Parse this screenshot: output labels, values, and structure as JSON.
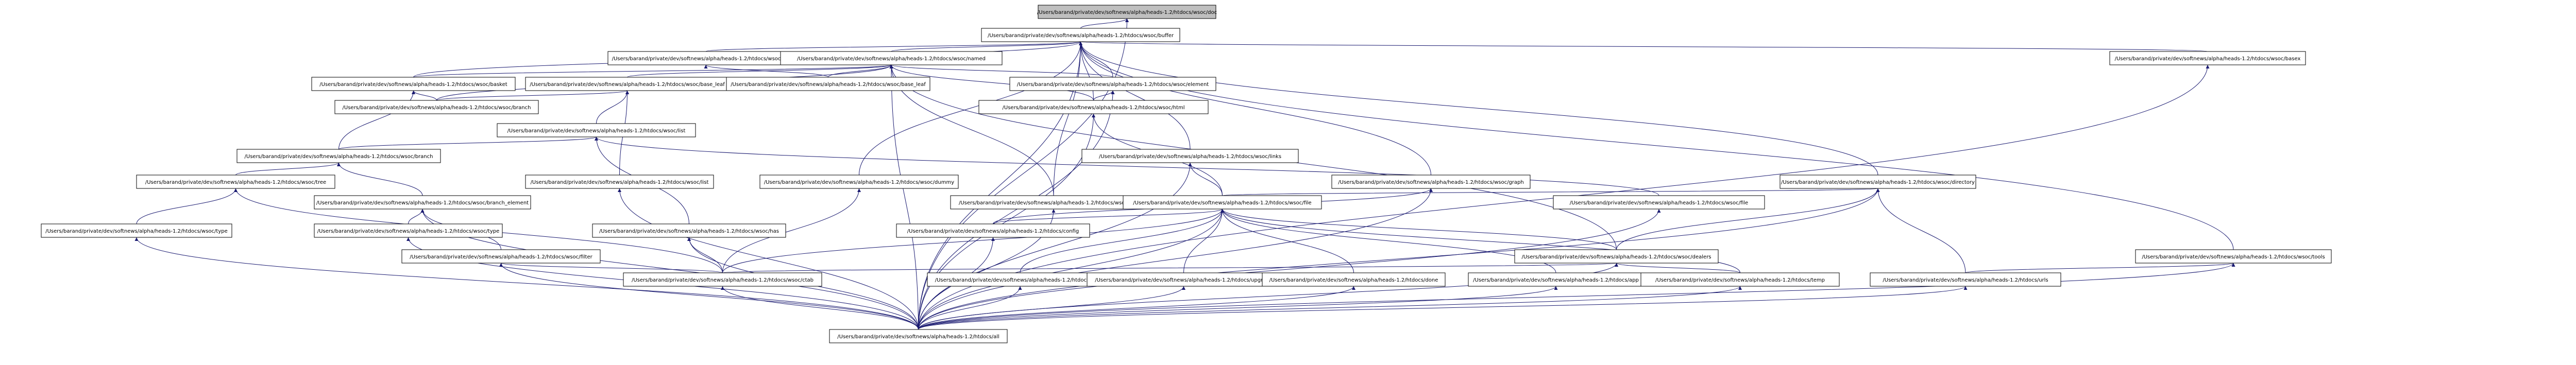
{
  "colors": {
    "edge": "#191970",
    "node_border": "#000000",
    "node_fill": "#ffffff",
    "root_fill": "#bfbfbf"
  },
  "nodes": [
    {
      "id": "n0",
      "label": "/Users/barand/private/dev/softnews/alpha/heads-1.2/htdocs/wsoc/doc"
    },
    {
      "id": "n1",
      "label": "/Users/barand/private/dev/softnews/alpha/heads-1.2/htdocs/wsoc/buffer"
    },
    {
      "id": "n2",
      "label": "/Users/barand/private/dev/softnews/alpha/heads-1.2/htdocs/wsoc/names"
    },
    {
      "id": "n3",
      "label": "/Users/barand/private/dev/softnews/alpha/heads-1.2/htdocs/wsoc/named"
    },
    {
      "id": "n4",
      "label": "/Users/barand/private/dev/softnews/alpha/heads-1.2/htdocs/wsoc/basex"
    },
    {
      "id": "n5",
      "label": "/Users/barand/private/dev/softnews/alpha/heads-1.2/htdocs/wsoc/basket"
    },
    {
      "id": "n6",
      "label": "/Users/barand/private/dev/softnews/alpha/heads-1.2/htdocs/wsoc/base_leaf"
    },
    {
      "id": "n7",
      "label": "/Users/barand/private/dev/softnews/alpha/heads-1.2/htdocs/wsoc/base_leaf"
    },
    {
      "id": "n8",
      "label": "/Users/barand/private/dev/softnews/alpha/heads-1.2/htdocs/wsoc/element"
    },
    {
      "id": "n9",
      "label": "/Users/barand/private/dev/softnews/alpha/heads-1.2/htdocs/wsoc/branch"
    },
    {
      "id": "n10",
      "label": "/Users/barand/private/dev/softnews/alpha/heads-1.2/htdocs/wsoc/html"
    },
    {
      "id": "n11",
      "label": "/Users/barand/private/dev/softnews/alpha/heads-1.2/htdocs/wsoc/list"
    },
    {
      "id": "n12",
      "label": "/Users/barand/private/dev/softnews/alpha/heads-1.2/htdocs/wsoc/branch"
    },
    {
      "id": "n13",
      "label": "/Users/barand/private/dev/softnews/alpha/heads-1.2/htdocs/wsoc/links"
    },
    {
      "id": "n14",
      "label": "/Users/barand/private/dev/softnews/alpha/heads-1.2/htdocs/wsoc/graph"
    },
    {
      "id": "n15",
      "label": "/Users/barand/private/dev/softnews/alpha/heads-1.2/htdocs/wsoc/directory"
    },
    {
      "id": "n16",
      "label": "/Users/barand/private/dev/softnews/alpha/heads-1.2/htdocs/wsoc/tree"
    },
    {
      "id": "n17",
      "label": "/Users/barand/private/dev/softnews/alpha/heads-1.2/htdocs/wsoc/branch_element"
    },
    {
      "id": "n18",
      "label": "/Users/barand/private/dev/softnews/alpha/heads-1.2/htdocs/wsoc/list"
    },
    {
      "id": "n19",
      "label": "/Users/barand/private/dev/softnews/alpha/heads-1.2/htdocs/wsoc/dummy"
    },
    {
      "id": "n20",
      "label": "/Users/barand/private/dev/softnews/alpha/heads-1.2/htdocs/wsoc/dealers"
    },
    {
      "id": "n21",
      "label": "/Users/barand/private/dev/softnews/alpha/heads-1.2/htdocs/wsoc/file"
    },
    {
      "id": "n22",
      "label": "/Users/barand/private/dev/softnews/alpha/heads-1.2/htdocs/wsoc/type"
    },
    {
      "id": "n23",
      "label": "/Users/barand/private/dev/softnews/alpha/heads-1.2/htdocs/wsoc/type"
    },
    {
      "id": "n24",
      "label": "/Users/barand/private/dev/softnews/alpha/heads-1.2/htdocs/wsoc/filter"
    },
    {
      "id": "n25",
      "label": "/Users/barand/private/dev/softnews/alpha/heads-1.2/htdocs/wsoc/has"
    },
    {
      "id": "n26",
      "label": "/Users/barand/private/dev/softnews/alpha/heads-1.2/htdocs/config"
    },
    {
      "id": "n27",
      "label": "/Users/barand/private/dev/softnews/alpha/heads-1.2/htdocs/wsoc/file"
    },
    {
      "id": "n28",
      "label": "/Users/barand/private/dev/softnews/alpha/heads-1.2/htdocs/wsoc/dealers"
    },
    {
      "id": "n29",
      "label": "/Users/barand/private/dev/softnews/alpha/heads-1.2/htdocs/wsoc/tools"
    },
    {
      "id": "n30",
      "label": "/Users/barand/private/dev/softnews/alpha/heads-1.2/htdocs/wsoc/ctab"
    },
    {
      "id": "n31",
      "label": "/Users/barand/private/dev/softnews/alpha/heads-1.2/htdocs/panel"
    },
    {
      "id": "n32",
      "label": "/Users/barand/private/dev/softnews/alpha/heads-1.2/htdocs/upgrade"
    },
    {
      "id": "n33",
      "label": "/Users/barand/private/dev/softnews/alpha/heads-1.2/htdocs/done"
    },
    {
      "id": "n34",
      "label": "/Users/barand/private/dev/softnews/alpha/heads-1.2/htdocs/app"
    },
    {
      "id": "n35",
      "label": "/Users/barand/private/dev/softnews/alpha/heads-1.2/htdocs/temp"
    },
    {
      "id": "n36",
      "label": "/Users/barand/private/dev/softnews/alpha/heads-1.2/htdocs/urls"
    },
    {
      "id": "n37",
      "label": "/Users/barand/private/dev/softnews/alpha/heads-1.2/htdocs/all"
    }
  ],
  "edges": [
    [
      "n1",
      "n0"
    ],
    [
      "n37",
      "n0"
    ],
    [
      "n2",
      "n1"
    ],
    [
      "n3",
      "n1"
    ],
    [
      "n4",
      "n1"
    ],
    [
      "n5",
      "n1"
    ],
    [
      "n8",
      "n1"
    ],
    [
      "n10",
      "n1"
    ],
    [
      "n13",
      "n1"
    ],
    [
      "n14",
      "n1"
    ],
    [
      "n15",
      "n1"
    ],
    [
      "n19",
      "n1"
    ],
    [
      "n20",
      "n1"
    ],
    [
      "n29",
      "n1"
    ],
    [
      "n37",
      "n1"
    ],
    [
      "n5",
      "n3"
    ],
    [
      "n6",
      "n3"
    ],
    [
      "n7",
      "n3"
    ],
    [
      "n8",
      "n3"
    ],
    [
      "n9",
      "n3"
    ],
    [
      "n10",
      "n3"
    ],
    [
      "n20",
      "n3"
    ],
    [
      "n28",
      "n3"
    ],
    [
      "n37",
      "n3"
    ],
    [
      "n7",
      "n2"
    ],
    [
      "n9",
      "n5"
    ],
    [
      "n12",
      "n5"
    ],
    [
      "n11",
      "n6"
    ],
    [
      "n18",
      "n6"
    ],
    [
      "n9",
      "n6"
    ],
    [
      "n10",
      "n8"
    ],
    [
      "n37",
      "n8"
    ],
    [
      "n12",
      "n11"
    ],
    [
      "n25",
      "n11"
    ],
    [
      "n27",
      "n11"
    ],
    [
      "n16",
      "n12"
    ],
    [
      "n17",
      "n12"
    ],
    [
      "n21",
      "n13"
    ],
    [
      "n37",
      "n13"
    ],
    [
      "n21",
      "n10"
    ],
    [
      "n37",
      "n10"
    ],
    [
      "n26",
      "n14"
    ],
    [
      "n37",
      "n14"
    ],
    [
      "n21",
      "n15"
    ],
    [
      "n28",
      "n15"
    ],
    [
      "n37",
      "n15"
    ],
    [
      "n36",
      "n15"
    ],
    [
      "n22",
      "n16"
    ],
    [
      "n30",
      "n16"
    ],
    [
      "n23",
      "n17"
    ],
    [
      "n24",
      "n17"
    ],
    [
      "n37",
      "n17"
    ],
    [
      "n30",
      "n19"
    ],
    [
      "n37",
      "n20"
    ],
    [
      "n26",
      "n21"
    ],
    [
      "n31",
      "n21"
    ],
    [
      "n32",
      "n21"
    ],
    [
      "n33",
      "n21"
    ],
    [
      "n34",
      "n21"
    ],
    [
      "n35",
      "n21"
    ],
    [
      "n28",
      "n21"
    ],
    [
      "n30",
      "n21"
    ],
    [
      "n37",
      "n21"
    ],
    [
      "n37",
      "n22"
    ],
    [
      "n37",
      "n23"
    ],
    [
      "n30",
      "n24"
    ],
    [
      "n37",
      "n24"
    ],
    [
      "n30",
      "n25"
    ],
    [
      "n37",
      "n25"
    ],
    [
      "n37",
      "n26"
    ],
    [
      "n37",
      "n27"
    ],
    [
      "n30",
      "n28"
    ],
    [
      "n37",
      "n28"
    ],
    [
      "n35",
      "n28"
    ],
    [
      "n36",
      "n29"
    ],
    [
      "n37",
      "n29"
    ],
    [
      "n37",
      "n30"
    ],
    [
      "n37",
      "n31"
    ],
    [
      "n37",
      "n32"
    ],
    [
      "n37",
      "n33"
    ],
    [
      "n37",
      "n34"
    ],
    [
      "n37",
      "n35"
    ],
    [
      "n37",
      "n36"
    ],
    [
      "n37",
      "n4"
    ],
    [
      "n37",
      "n18"
    ]
  ]
}
